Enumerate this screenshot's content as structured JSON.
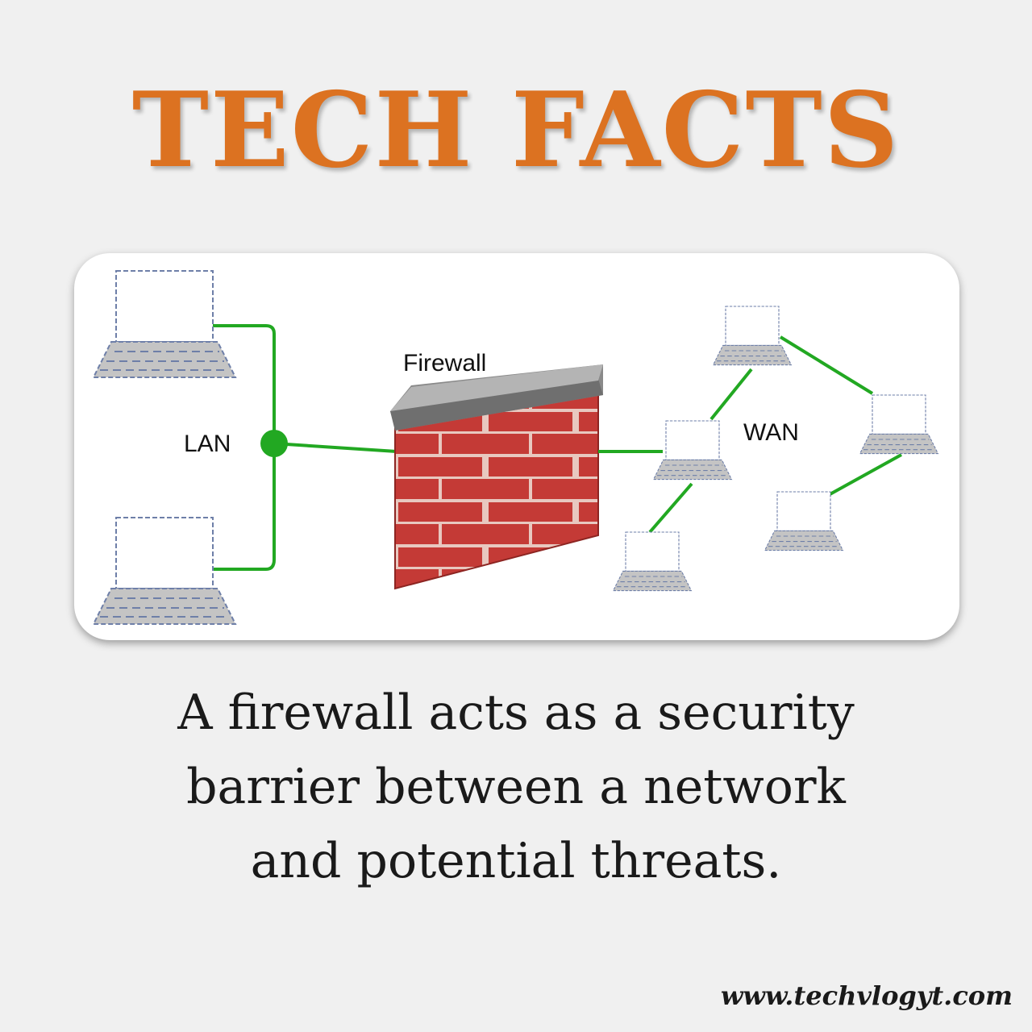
{
  "header": {
    "title": "TECH FACTS"
  },
  "diagram": {
    "firewall_label": "Firewall",
    "lan_label": "LAN",
    "wan_label": "WAN"
  },
  "caption": {
    "lines": [
      "A firewall acts as a security",
      "barrier between a network",
      "and potential threats."
    ]
  },
  "footer": {
    "website": "www.techvlogyt.com"
  },
  "colors": {
    "title": "#dc7221",
    "link": "#22a822",
    "brick": "#c43a36",
    "capstone": "#a3a3a3",
    "laptop_outline": "#6e7fa8"
  },
  "icons": [
    "laptop-icon",
    "firewall-brick-wall-icon",
    "lan-hub-node-icon"
  ]
}
